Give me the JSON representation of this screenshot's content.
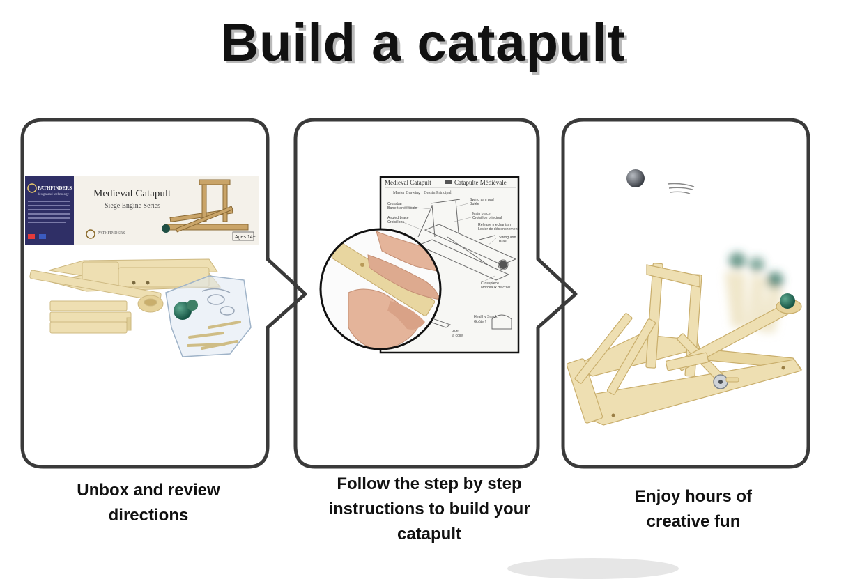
{
  "page": {
    "title": "Build a catapult"
  },
  "steps": [
    {
      "caption": "Unbox and review directions",
      "box": {
        "brand": "PATHFINDERS",
        "brand_sub": "design and technology",
        "product_name": "Medieval Catapult",
        "series": "Siege Engine Series",
        "age_badge": "Ages 14+"
      }
    },
    {
      "caption": "Follow the step by step instructions to build your catapult",
      "sheet": {
        "title": "Medieval Catapult",
        "title_fr": "Catapulte Médiévale",
        "subtitle": "Master Drawing · Dessin Principal",
        "labels": [
          "Crossbar",
          "Barre transversale",
          "Angled brace",
          "Croisillons",
          "Swing arm pad",
          "Butée",
          "Main brace",
          "Croisillon principal",
          "Release mechanism",
          "Levier de déclenchement",
          "Swing arm",
          "Bras",
          "Crosspiece",
          "Morceaux de croix",
          "Healthy Snack!",
          "Goûter!",
          "glue",
          "la colle"
        ]
      }
    },
    {
      "caption": "Enjoy hours of creative fun"
    }
  ],
  "colors": {
    "panel_border": "#3a3a3a",
    "wood_light": "#eedfb2",
    "wood_mid": "#dcc88f",
    "wood_dark": "#c9ae6c",
    "box_purple": "#2f2f66",
    "ball_green": "#1f6e5a"
  }
}
